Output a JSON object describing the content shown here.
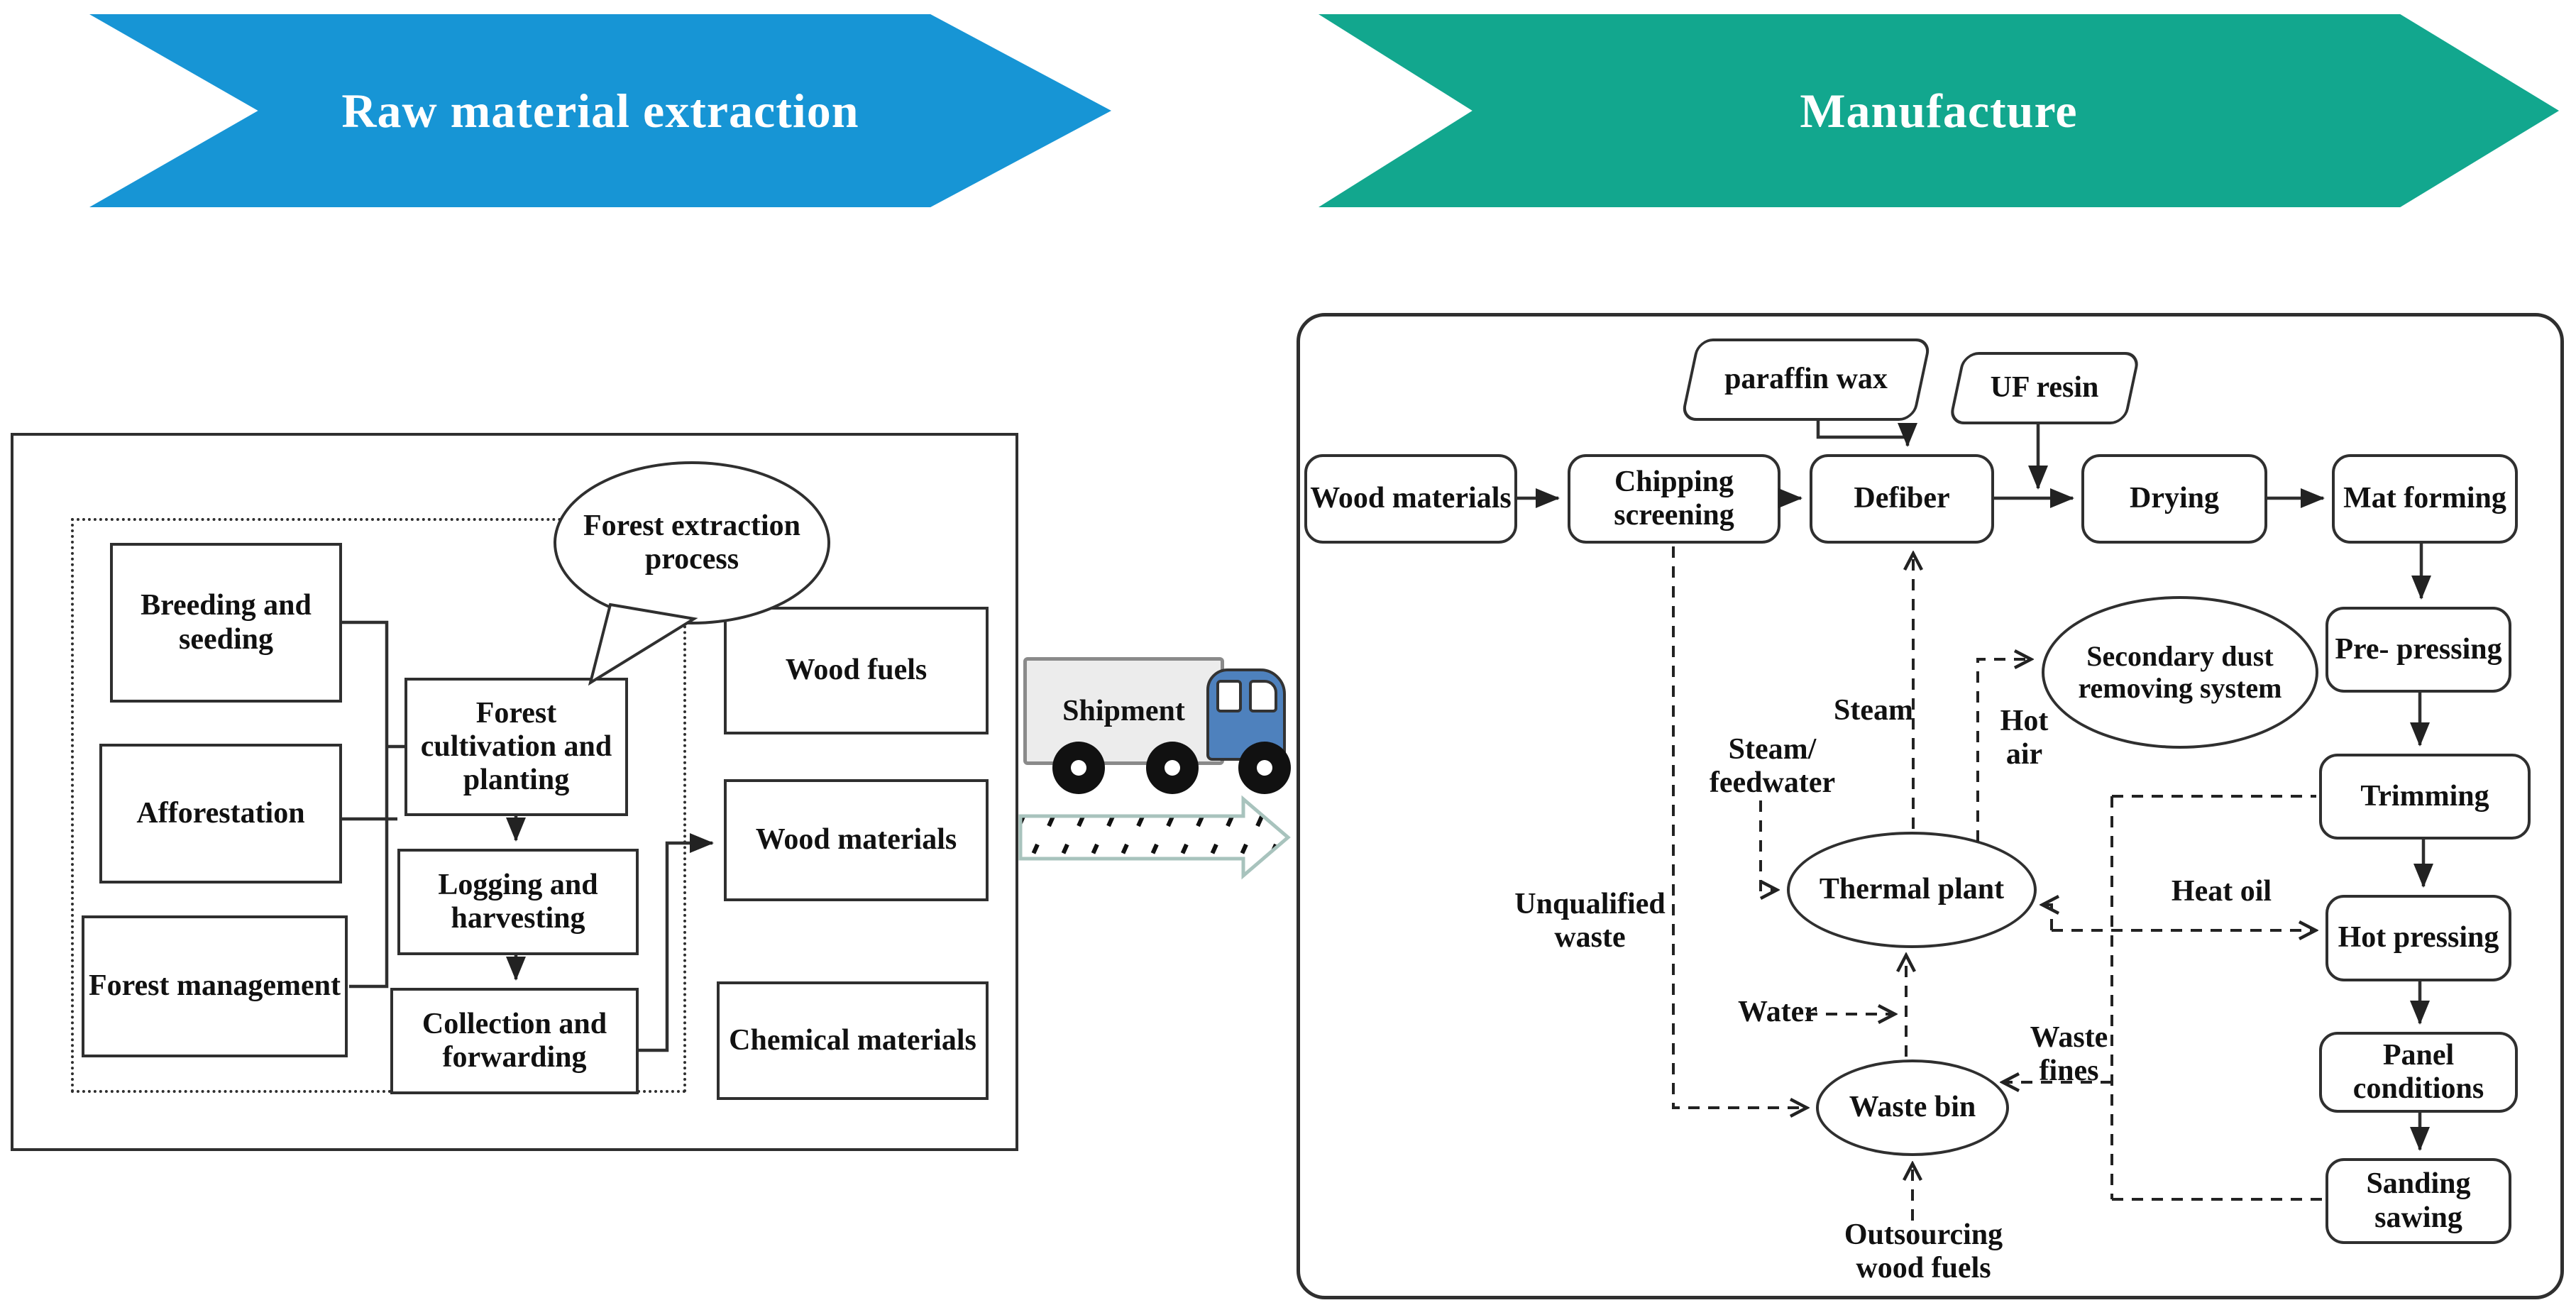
{
  "banners": {
    "stage1": "Raw material extraction",
    "stage2": "Manufacture"
  },
  "extraction": {
    "bubble": "Forest extraction process",
    "breeding": "Breeding and seeding",
    "afforestation": "Afforestation",
    "forest_management": "Forest management",
    "cultivation": "Forest cultivation and planting",
    "logging": "Logging and harvesting",
    "collection": "Collection and forwarding",
    "wood_fuels": "Wood fuels",
    "wood_materials": "Wood materials",
    "chemical_materials": "Chemical materials"
  },
  "shipment": {
    "label": "Shipment"
  },
  "manufacture": {
    "wood_materials": "Wood materials",
    "chipping": "Chipping screening",
    "defiber": "Defiber",
    "drying": "Drying",
    "mat_forming": "Mat forming",
    "paraffin_wax": "paraffin wax",
    "uf_resin": "UF resin",
    "secondary_dust": "Secondary dust removing system",
    "pre_pressing": "Pre- pressing",
    "trimming": "Trimming",
    "hot_pressing": "Hot pressing",
    "panel_conditions": "Panel conditions",
    "sanding_sawing": "Sanding sawing",
    "thermal_plant": "Thermal plant",
    "waste_bin": "Waste bin",
    "labels": {
      "steam": "Steam",
      "steam_feedwater": "Steam/ feedwater",
      "hot_air": "Hot air",
      "unqualified_waste": "Unqualified waste",
      "water": "Water",
      "waste_fines": "Waste fines",
      "heat_oil": "Heat oil",
      "outsourcing": "Outsourcing wood fuels"
    }
  },
  "colors": {
    "stage1_banner": "#1795D5",
    "stage2_banner": "#12A78E",
    "truck_cab": "#4E81BD",
    "stroke": "#2f2f2f"
  }
}
